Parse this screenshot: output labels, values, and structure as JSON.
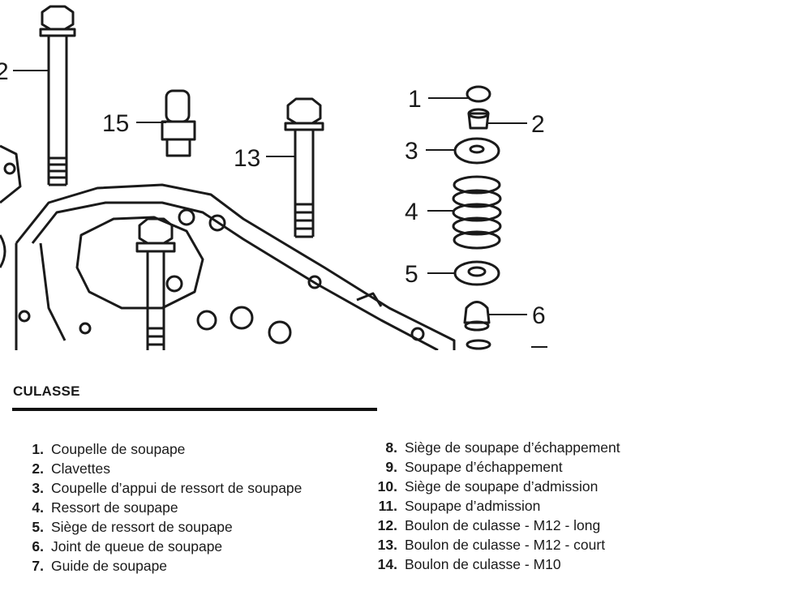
{
  "diagram": {
    "callouts": [
      "2",
      "15",
      "13",
      "1",
      "2",
      "3",
      "4",
      "5",
      "6"
    ]
  },
  "section": {
    "title": "CULASSE"
  },
  "parts_left": [
    {
      "num": "1.",
      "label": "Coupelle de soupape"
    },
    {
      "num": "2.",
      "label": "Clavettes"
    },
    {
      "num": "3.",
      "label": "Coupelle d’appui de ressort de soupape"
    },
    {
      "num": "4.",
      "label": "Ressort de soupape"
    },
    {
      "num": "5.",
      "label": "Siège de ressort de soupape"
    },
    {
      "num": "6.",
      "label": "Joint de queue de soupape"
    },
    {
      "num": "7.",
      "label": "Guide de soupape"
    }
  ],
  "parts_right": [
    {
      "num": "8.",
      "label": "Siège de soupape d’échappement"
    },
    {
      "num": "9.",
      "label": "Soupape d’échappement"
    },
    {
      "num": "10.",
      "label": "Siège de soupape d’admission"
    },
    {
      "num": "11.",
      "label": "Soupape d’admission"
    },
    {
      "num": "12.",
      "label": "Boulon de culasse - M12 - long"
    },
    {
      "num": "13.",
      "label": "Boulon de culasse - M12 - court"
    },
    {
      "num": "14.",
      "label": "Boulon de culasse - M10"
    }
  ]
}
